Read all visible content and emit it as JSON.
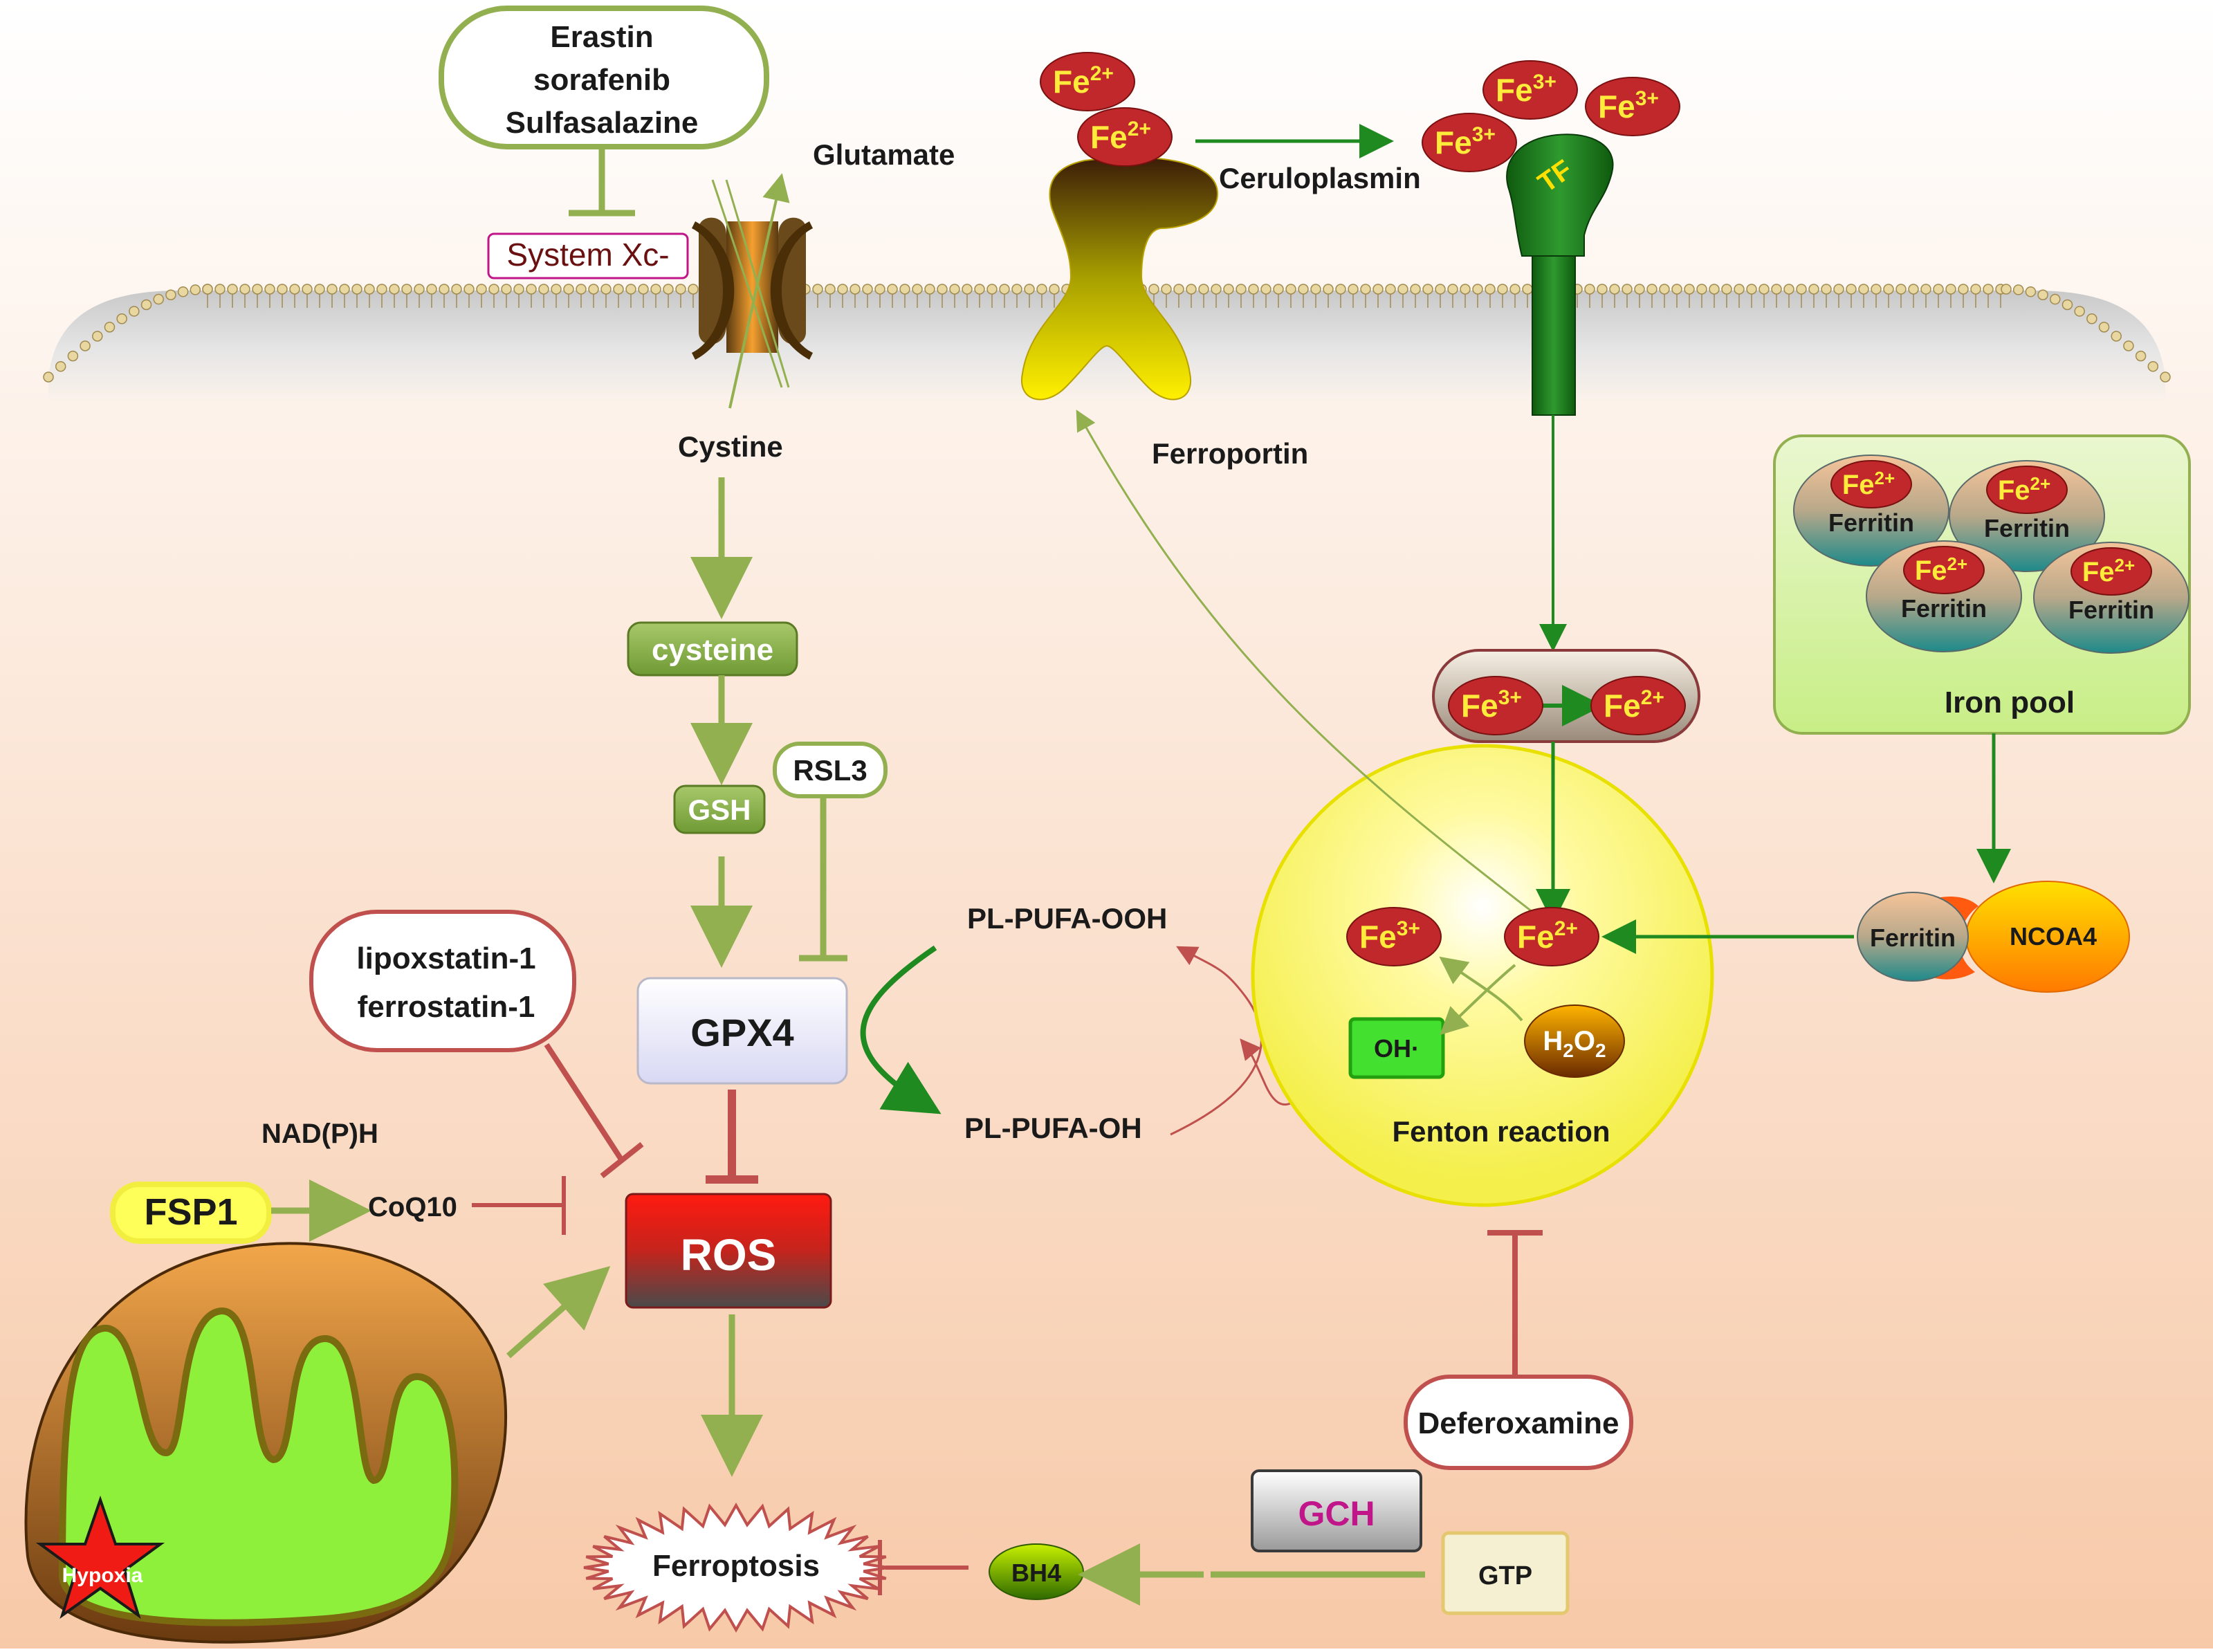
{
  "labels": {
    "inhibitors_top": [
      "Erastin",
      "sorafenib",
      "Sulfasalazine"
    ],
    "system_xc": "System Xc-",
    "glutamate": "Glutamate",
    "cystine": "Cystine",
    "cysteine": "cysteine",
    "gsh": "GSH",
    "rsl3": "RSL3",
    "gpx4": "GPX4",
    "lipox": [
      "lipoxstatin-1",
      "ferrostatin-1"
    ],
    "nadph": "NAD(P)H",
    "fsp1": "FSP1",
    "coq10": "CoQ10",
    "ros": "ROS",
    "ferroptosis": "Ferroptosis",
    "hypoxia": "Hypoxia",
    "bh4": "BH4",
    "gch": "GCH",
    "gtp": "GTP",
    "deferoxamine": "Deferoxamine",
    "pl_ooh": "PL-PUFA-OOH",
    "pl_oh": "PL-PUFA-OH",
    "fenton": "Fenton reaction",
    "oh_radical": "OH·",
    "h2o2_main": "H",
    "h2o2_sub1": "2",
    "h2o2_mid": "O",
    "h2o2_sub2": "2",
    "ferroportin": "Ferroportin",
    "ceruloplasmin": "Ceruloplasmin",
    "tf": "TF",
    "fe": "Fe",
    "sup2": "2+",
    "sup3": "3+",
    "ferritin": "Ferritin",
    "iron_pool": "Iron pool",
    "ncoa4": "NCOA4"
  },
  "colors": {
    "green_arrow": "#93b050",
    "dark_green_arrow": "#1f8a1f",
    "red_inhibit": "#c0504d",
    "ros_red": "#e3241b",
    "fe_red": "#c0282c",
    "fe_text": "#ffeb3b",
    "gch_text": "#c0168a"
  }
}
